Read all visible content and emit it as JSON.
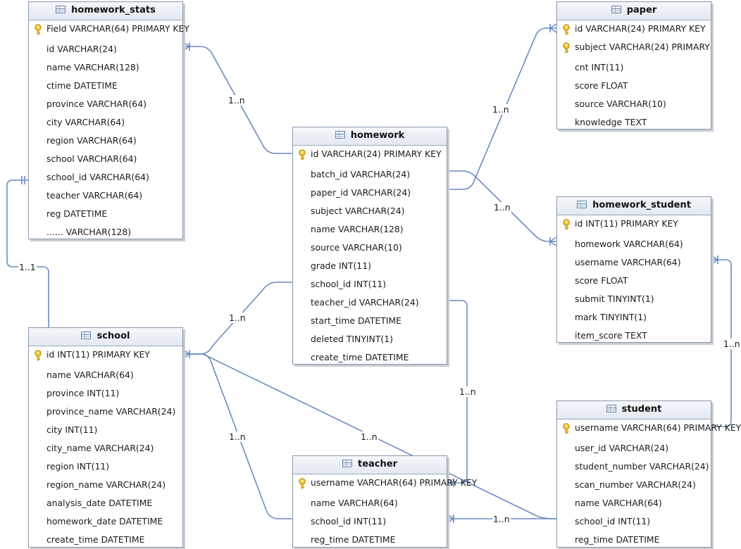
{
  "colors": {
    "line": "#6a8cbf",
    "header_bg": "#e6ecf3",
    "border": "#8a98ab",
    "key": "#e0b52a"
  },
  "entities": [
    {
      "id": "homework_stats",
      "title": "homework_stats",
      "columns": [
        {
          "text": "Field VARCHAR(64) PRIMARY KEY",
          "pk": true
        },
        {
          "text": "id VARCHAR(24)"
        },
        {
          "text": "name VARCHAR(128)"
        },
        {
          "text": "ctime DATETIME"
        },
        {
          "text": "province VARCHAR(64)"
        },
        {
          "text": "city VARCHAR(64)"
        },
        {
          "text": "region VARCHAR(64)"
        },
        {
          "text": "school VARCHAR(64)"
        },
        {
          "text": "school_id VARCHAR(64)"
        },
        {
          "text": "teacher VARCHAR(64)"
        },
        {
          "text": "reg DATETIME"
        },
        {
          "text": "...... VARCHAR(128)"
        }
      ]
    },
    {
      "id": "paper",
      "title": "paper",
      "columns": [
        {
          "text": "id VARCHAR(24) PRIMARY KEY",
          "pk": true
        },
        {
          "text": "subject VARCHAR(24) PRIMARY",
          "pk": true
        },
        {
          "text": "cnt INT(11)"
        },
        {
          "text": "score FLOAT"
        },
        {
          "text": "source VARCHAR(10)"
        },
        {
          "text": "knowledge TEXT"
        }
      ]
    },
    {
      "id": "homework",
      "title": "homework",
      "columns": [
        {
          "text": "id VARCHAR(24) PRIMARY KEY",
          "pk": true
        },
        {
          "text": "batch_id VARCHAR(24)"
        },
        {
          "text": "paper_id VARCHAR(24)"
        },
        {
          "text": "subject VARCHAR(24)"
        },
        {
          "text": "name VARCHAR(128)"
        },
        {
          "text": "source VARCHAR(10)"
        },
        {
          "text": "grade INT(11)"
        },
        {
          "text": "school_id INT(11)"
        },
        {
          "text": "teacher_id VARCHAR(24)"
        },
        {
          "text": "start_time DATETIME"
        },
        {
          "text": "deleted TINYINT(1)"
        },
        {
          "text": "create_time DATETIME"
        }
      ]
    },
    {
      "id": "homework_student",
      "title": "homework_student",
      "columns": [
        {
          "text": "id INT(11) PRIMARY KEY",
          "pk": true
        },
        {
          "text": "homework VARCHAR(64)"
        },
        {
          "text": "username VARCHAR(64)"
        },
        {
          "text": "score FLOAT"
        },
        {
          "text": "submit TINYINT(1)"
        },
        {
          "text": "mark TINYINT(1)"
        },
        {
          "text": "item_score TEXT"
        }
      ]
    },
    {
      "id": "school",
      "title": "school",
      "columns": [
        {
          "text": "id INT(11) PRIMARY KEY",
          "pk": true
        },
        {
          "text": "name VARCHAR(64)"
        },
        {
          "text": "province INT(11)"
        },
        {
          "text": "province_name VARCHAR(24)"
        },
        {
          "text": "city INT(11)"
        },
        {
          "text": "city_name VARCHAR(24)"
        },
        {
          "text": "region INT(11)"
        },
        {
          "text": "region_name VARCHAR(24)"
        },
        {
          "text": "analysis_date DATETIME"
        },
        {
          "text": "homework_date DATETIME"
        },
        {
          "text": "create_time DATETIME"
        }
      ]
    },
    {
      "id": "teacher",
      "title": "teacher",
      "columns": [
        {
          "text": "username VARCHAR(64) PRIMARY KEY",
          "pk": true
        },
        {
          "text": "name VARCHAR(64)"
        },
        {
          "text": "school_id INT(11)"
        },
        {
          "text": "reg_time DATETIME"
        }
      ]
    },
    {
      "id": "student",
      "title": "student",
      "columns": [
        {
          "text": "username VARCHAR(64) PRIMARY KEY",
          "pk": true
        },
        {
          "text": "user_id VARCHAR(24)"
        },
        {
          "text": "student_number VARCHAR(24)"
        },
        {
          "text": "scan_number VARCHAR(24)"
        },
        {
          "text": "name VARCHAR(64)"
        },
        {
          "text": "school_id INT(11)"
        },
        {
          "text": "reg_time DATETIME"
        }
      ]
    }
  ],
  "relationships": [
    {
      "id": "rel-homework-stats",
      "label": "1..n"
    },
    {
      "id": "rel-homework-paper",
      "label": "1..n"
    },
    {
      "id": "rel-homework-hs",
      "label": "1..n"
    },
    {
      "id": "rel-stats-school",
      "label": "1..1"
    },
    {
      "id": "rel-school-homework",
      "label": "1..n"
    },
    {
      "id": "rel-teacher-homework",
      "label": "1..n"
    },
    {
      "id": "rel-student-hs",
      "label": "1..n"
    },
    {
      "id": "rel-school-teacher",
      "label": "1..n"
    },
    {
      "id": "rel-school-student",
      "label": "1..n"
    },
    {
      "id": "rel-student-teacher",
      "label": "1..n"
    }
  ]
}
